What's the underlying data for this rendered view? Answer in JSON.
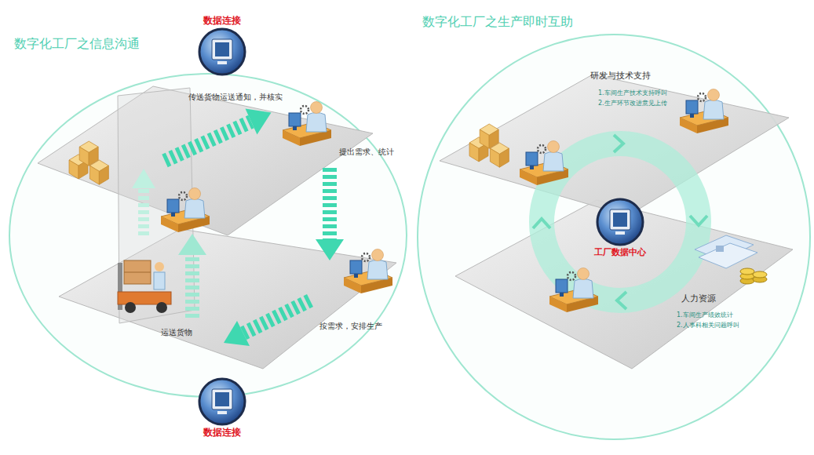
{
  "diagram": {
    "nodes": [
      {
        "text": [
          "数据连接"
        ]
      },
      {
        "text": [
          "数据连接"
        ]
      },
      {
        "text": [
          "工厂数据中心"
        ]
      }
    ],
    "labels": [
      "数字化工厂之信息沟通",
      "数字化工厂之生产即时互助",
      "传送货物运送通知，并核实",
      "提出需求、统计",
      "按需求，安排生产",
      "运送货物",
      "研发与技术支持",
      "1.车间生产技术支持呼叫",
      "2.生产环节改进意见上传",
      "人力资源",
      "1.车间生产绩效统计",
      "2.人事科相关问题呼叫"
    ]
  }
}
